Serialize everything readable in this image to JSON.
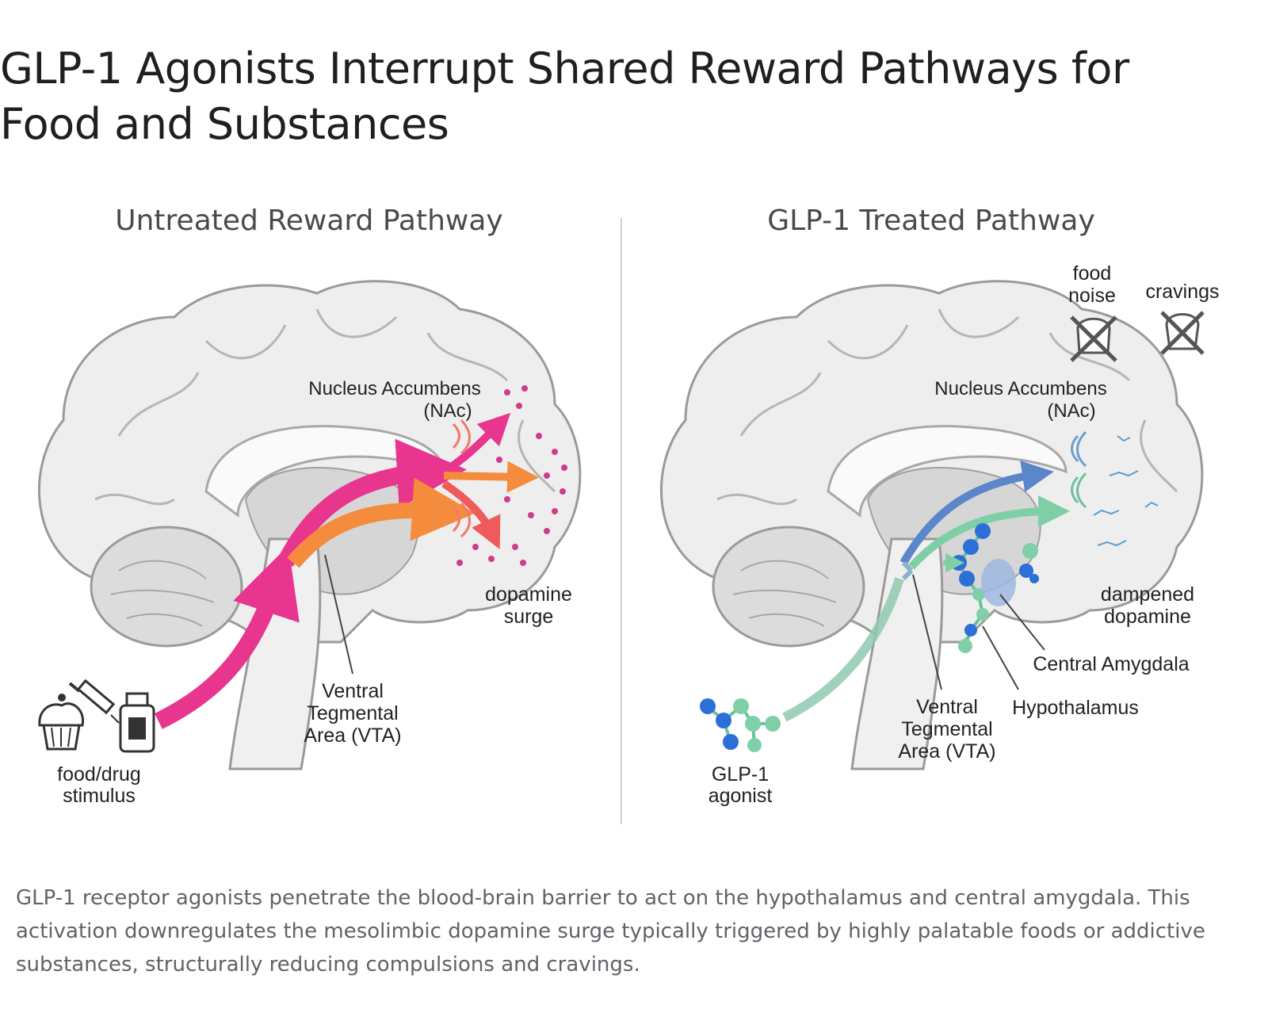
{
  "title": "GLP-1 Agonists Interrupt Shared Reward Pathways for Food and Substances",
  "left_panel": {
    "title": "Untreated Reward Pathway",
    "nac_line1": "Nucleus Accumbens",
    "nac_line2": "(NAc)",
    "dopamine_line1": "dopamine",
    "dopamine_line2": "surge",
    "vta_line1": "Ventral",
    "vta_line2": "Tegmental",
    "vta_line3": "Area (VTA)",
    "stimulus_line1": "food/drug",
    "stimulus_line2": "stimulus",
    "stimulus_icons": [
      "cupcake-icon",
      "syringe-icon",
      "bottle-icon"
    ],
    "arrow_colors": [
      "#e8358e",
      "#f58b3c"
    ]
  },
  "right_panel": {
    "title": "GLP-1 Treated Pathway",
    "food_noise_line1": "food",
    "food_noise_line2": "noise",
    "cravings": "cravings",
    "nac_line1": "Nucleus Accumbens",
    "nac_line2": "(NAc)",
    "dampened_line1": "dampened",
    "dampened_line2": "dopamine",
    "amygdala": "Central Amygdala",
    "hypothalamus": "Hypothalamus",
    "vta_line1": "Ventral",
    "vta_line2": "Tegmental",
    "vta_line3": "Area (VTA)",
    "agonist_line1": "GLP-1",
    "agonist_line2": "agonist",
    "arrow_colors": [
      "#5b86c9",
      "#7fcfa6"
    ]
  },
  "caption": "GLP-1 receptor agonists penetrate the blood-brain barrier to act on the hypothalamus and central amygdala. This activation downregulates the mesolimbic dopamine surge typically triggered by highly palatable foods or addictive substances, structurally reducing compulsions and cravings."
}
